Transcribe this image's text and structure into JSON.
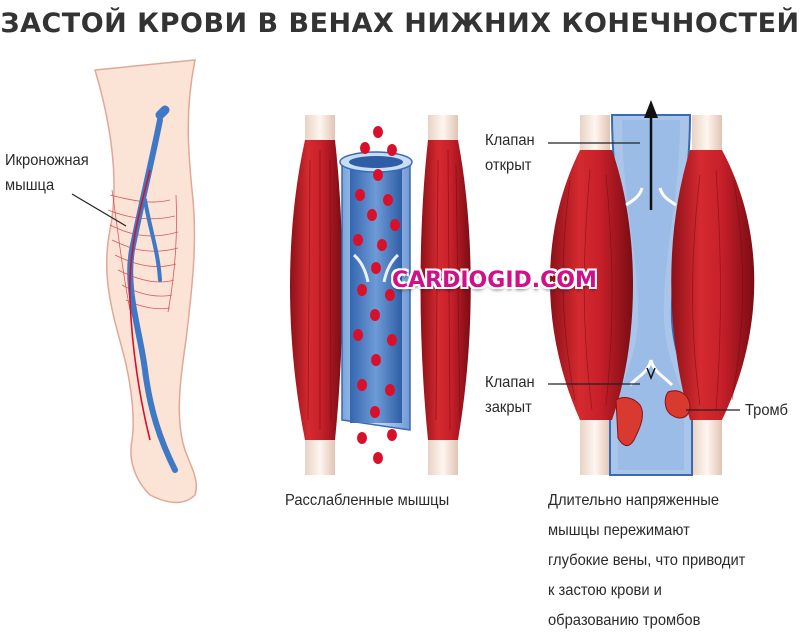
{
  "title": "ЗАСТОЙ КРОВИ В ВЕНАХ НИЖНИХ КОНЕЧНОСТЕЙ",
  "labels": {
    "calf_muscle": [
      "Икроножная",
      "мышца"
    ],
    "valve_open": [
      "Клапан",
      "открыт"
    ],
    "valve_closed": [
      "Клапан",
      "закрыт"
    ],
    "thrombus": "Тромб"
  },
  "captions": {
    "relaxed": "Расслабленные мышцы",
    "tense": [
      "Длительно напряженные",
      "мышцы пережимают",
      "глубокие вены, что приводит",
      "к застою крови и",
      "образованию тромбов"
    ]
  },
  "watermark": "CARDIOGID.COM",
  "colors": {
    "muscle": "#c8202a",
    "muscle_dark": "#8e1018",
    "vein": "#3f78c4",
    "vein_light": "#a9c6ea",
    "blood_cell": "#d8102a",
    "skin": "#fbe3d6",
    "watermark": "#d0108a"
  }
}
